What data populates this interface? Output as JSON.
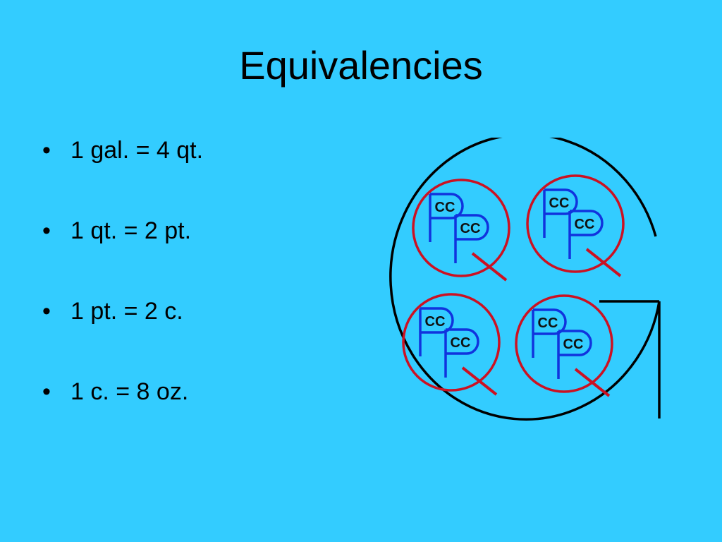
{
  "slide": {
    "title": "Equivalencies",
    "bullets": [
      "1 gal. = 4 qt.",
      "1 qt. = 2 pt.",
      "1 pt. = 2 c.",
      "1 c. = 8 oz."
    ],
    "bullet_symbol": "•"
  },
  "diagram": {
    "outer_letter": "G",
    "quart_label": "Q",
    "pint_label": "P",
    "cup_label": "C",
    "colors": {
      "gallon": "#000000",
      "quart": "#CC1122",
      "pint": "#1133DD",
      "background": "#33CCFF"
    }
  }
}
